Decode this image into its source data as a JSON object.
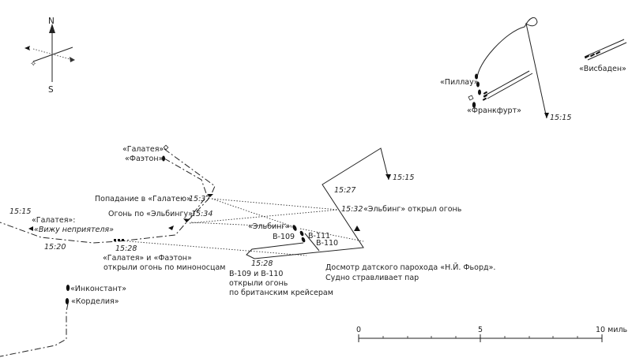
{
  "compass": {
    "north": "N",
    "south": "S"
  },
  "ships": {
    "pillau": "«Пиллау»",
    "frankfurt": "«Франкфурт»",
    "wiesbaden": "«Висбаден»",
    "galatea": "«Галатея»",
    "phaeton": "«Фаэтон»",
    "elbing": "«Эльбинг»",
    "inconstant": "«Инконстант»",
    "cordelia": "«Корделия»",
    "b109": "В-109",
    "b110": "В-110",
    "b111": "В-111"
  },
  "times": {
    "t1515_german": "15:15",
    "t1515_elbing": "15:15",
    "t1527": "15:27",
    "t1532": "15:32",
    "t1537": "15:37",
    "t1534": "15:34",
    "t1528_brit": "15:28",
    "t1528_b": "15:28",
    "t1520": "15:20",
    "t1515_brit": "15:15"
  },
  "annotations": {
    "hit_galatea": "Попадание в «Галатею»",
    "fire_elbing": "Огонь по «Эльбингу»",
    "elbing_opened_fire": "«Эльбинг» открыл огонь",
    "galatea_colon": "«Галатея»:",
    "enemy_sighted": "«Вижу неприятеля»",
    "galatea_phaeton_l1": "«Галатея» и «Фаэтон»",
    "galatea_phaeton_l2": "открыли огонь по миноносцам",
    "b_opened_l1": "В-109 и В-110",
    "b_opened_l2": "открыли огонь",
    "b_opened_l3": "по британским крейсерам",
    "inspection_l1": "Досмотр датского парохода «Н.Й. Фьорд».",
    "inspection_l2": "Судно стравливает пар"
  },
  "scale": {
    "tick_0": "0",
    "tick_5": "5",
    "tick_10": "10 миль"
  }
}
